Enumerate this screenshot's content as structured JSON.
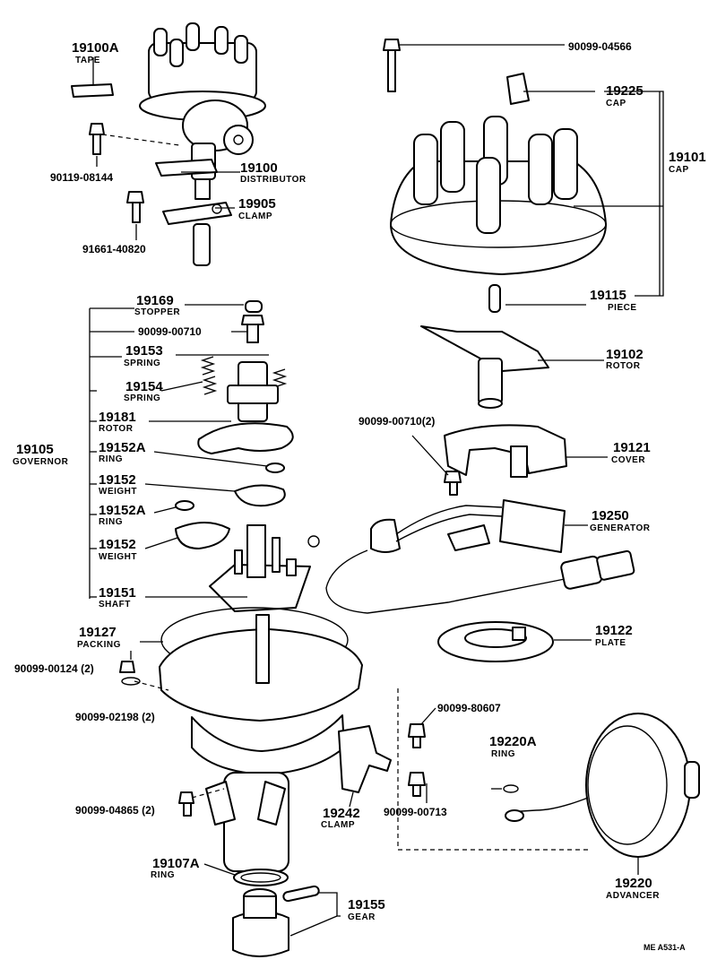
{
  "parts": {
    "tape": {
      "number": "19100A",
      "name": "TAPE"
    },
    "distributor": {
      "number": "19100",
      "name": "DISTRIBUTOR"
    },
    "bolt_90119": {
      "code": "90119-08144"
    },
    "clamp_19905": {
      "number": "19905",
      "name": "CLAMP"
    },
    "bolt_91661": {
      "code": "91661-40820"
    },
    "bolt_04566": {
      "code": "90099-04566"
    },
    "cap_19225": {
      "number": "19225",
      "name": "CAP"
    },
    "cap_19101": {
      "number": "19101",
      "name": "CAP"
    },
    "piece": {
      "number": "19115",
      "name": "PIECE"
    },
    "stopper": {
      "number": "19169",
      "name": "STOPPER"
    },
    "screw_00710": {
      "code": "90099-00710"
    },
    "spring_19153": {
      "number": "19153",
      "name": "SPRING"
    },
    "spring_19154": {
      "number": "19154",
      "name": "SPRING"
    },
    "governor": {
      "number": "19105",
      "name": "GOVERNOR"
    },
    "rotor_19181": {
      "number": "19181",
      "name": "ROTOR"
    },
    "ring_a": {
      "number": "19152A",
      "name": "RING"
    },
    "weight_a": {
      "number": "19152",
      "name": "WEIGHT"
    },
    "ring_b": {
      "number": "19152A",
      "name": "RING"
    },
    "weight_b": {
      "number": "19152",
      "name": "WEIGHT"
    },
    "shaft": {
      "number": "19151",
      "name": "SHAFT"
    },
    "rotor_19102": {
      "number": "19102",
      "name": "ROTOR"
    },
    "screw_00710_2": {
      "code": "90099-00710(2)"
    },
    "cover": {
      "number": "19121",
      "name": "COVER"
    },
    "generator": {
      "number": "19250",
      "name": "GENERATOR"
    },
    "plate": {
      "number": "19122",
      "name": "PLATE"
    },
    "packing": {
      "number": "19127",
      "name": "PACKING"
    },
    "screw_00124": {
      "code": "90099-00124 (2)"
    },
    "washer_02198": {
      "code": "90099-02198 (2)"
    },
    "screw_80607": {
      "code": "90099-80607"
    },
    "ring_19220a": {
      "number": "19220A",
      "name": "RING"
    },
    "screw_04865": {
      "code": "90099-04865 (2)"
    },
    "clamp_19242": {
      "number": "19242",
      "name": "CLAMP"
    },
    "screw_00713": {
      "code": "90099-00713"
    },
    "ring_19107a": {
      "number": "19107A",
      "name": "RING"
    },
    "advancer": {
      "number": "19220",
      "name": "ADVANCER"
    },
    "gear": {
      "number": "19155",
      "name": "GEAR"
    }
  },
  "footer_ref": "ME A531-A"
}
